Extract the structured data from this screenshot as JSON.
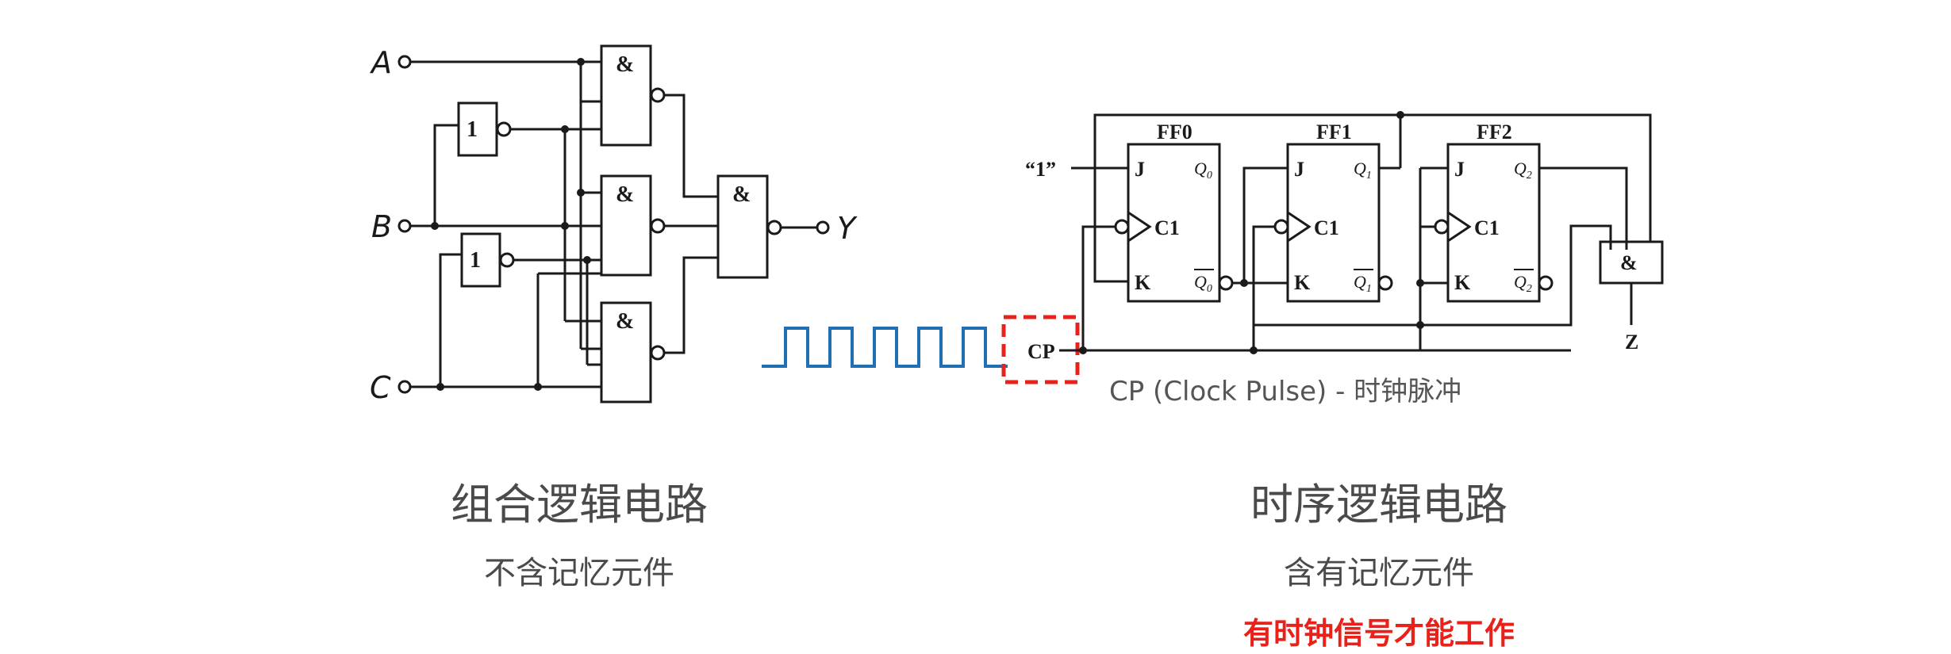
{
  "combinational": {
    "inputs": [
      "A",
      "B",
      "C"
    ],
    "output": "Y",
    "and_label": "&",
    "not_label": "1",
    "title": "组合逻辑电路",
    "subtitle": "不含记忆元件"
  },
  "sequential": {
    "flipflops": [
      "FF0",
      "FF1",
      "FF2"
    ],
    "pin_j": "J",
    "pin_k": "K",
    "pin_clk": "C1",
    "q_labels": [
      "Q",
      "Q",
      "Q"
    ],
    "q_subscripts": [
      "0",
      "1",
      "2"
    ],
    "const_input": "“1”",
    "and_label": "&",
    "output": "Z",
    "clock_label": "CP",
    "clock_caption": "CP (Clock Pulse) - 时钟脉冲",
    "title": "时序逻辑电路",
    "subtitle": "含有记忆元件",
    "note": "有时钟信号才能工作"
  },
  "colors": {
    "wire": "#1a1a1a",
    "clock_wave": "#1f6fb5",
    "highlight": "#e8221b",
    "caption_text": "#4a4a4a"
  }
}
